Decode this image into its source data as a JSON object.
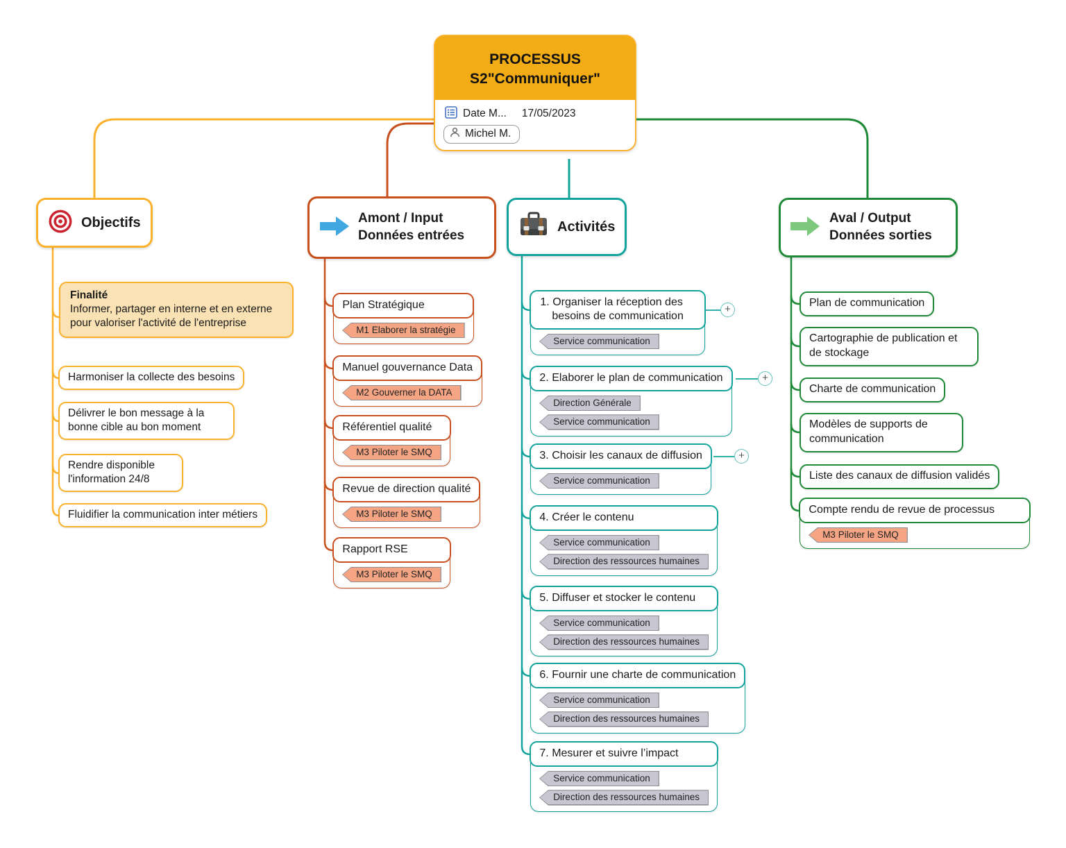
{
  "root": {
    "title_line1": "PROCESSUS",
    "title_line2": "S2\"Communiquer\"",
    "date_label": "Date M...",
    "date_value": "17/05/2023",
    "owner": "Michel M."
  },
  "ui": {
    "plus_label": "+"
  },
  "colors": {
    "root_fill": "#F2AC15",
    "branch_objectifs": "#FBB12B",
    "branch_amont": "#C8501F",
    "branch_activites": "#12A49C",
    "branch_aval": "#1E8A37",
    "finalite_fill": "#FAE2B4",
    "tag_gray": "#C8C7D1",
    "tag_salmon": "#F5A584",
    "arrow_blue": "#41A7E1",
    "arrow_green": "#7CC97D"
  },
  "icons": {
    "objectifs": "target-icon",
    "amont": "arrow-right-blue-icon",
    "activites": "briefcase-icon",
    "aval": "arrow-right-green-icon",
    "date": "list-icon",
    "owner": "person-icon",
    "expand": "plus-icon"
  },
  "branches": {
    "objectifs": {
      "label": "Objectifs",
      "finalite_title": "Finalité",
      "finalite_text": "Informer, partager en interne et en externe pour valoriser l'activité de l'entreprise",
      "items": [
        "Harmoniser la collecte des besoins",
        "Délivrer le bon message à la bonne cible au bon moment",
        "Rendre disponible l'information 24/8",
        "Fluidifier la communication inter métiers"
      ]
    },
    "amont": {
      "label_line1": "Amont / Input",
      "label_line2": "Données entrées",
      "items": [
        {
          "title": "Plan Stratégique",
          "tags": [
            "M1 Elaborer la stratégie"
          ]
        },
        {
          "title": "Manuel gouvernance Data",
          "tags": [
            "M2 Gouverner la DATA"
          ]
        },
        {
          "title": "Référentiel qualité",
          "tags": [
            "M3 Piloter le SMQ"
          ]
        },
        {
          "title": "Revue de direction qualité",
          "tags": [
            "M3 Piloter le SMQ"
          ]
        },
        {
          "title": "Rapport RSE",
          "tags": [
            "M3 Piloter le SMQ"
          ]
        }
      ]
    },
    "activites": {
      "label": "Activités",
      "items": [
        {
          "title": "1. Organiser la réception des besoins de communication",
          "tags": [
            "Service communication"
          ]
        },
        {
          "title": "2. Elaborer le plan de communication",
          "tags": [
            "Direction Générale",
            "Service communication"
          ]
        },
        {
          "title": "3. Choisir les canaux de diffusion",
          "tags": [
            "Service communication"
          ]
        },
        {
          "title": "4. Créer le contenu",
          "tags": [
            "Service communication",
            "Direction des ressources humaines"
          ]
        },
        {
          "title": "5. Diffuser et stocker le contenu",
          "tags": [
            "Service communication",
            "Direction des ressources humaines"
          ]
        },
        {
          "title": "6. Fournir une charte de communication",
          "tags": [
            "Service communication",
            "Direction des ressources humaines"
          ]
        },
        {
          "title": "7. Mesurer et suivre l’impact",
          "tags": [
            "Service communication",
            "Direction des ressources humaines"
          ]
        }
      ]
    },
    "aval": {
      "label_line1": "Aval / Output",
      "label_line2": "Données sorties",
      "items": [
        {
          "title": "Plan de communication",
          "tags": []
        },
        {
          "title": "Cartographie de publication et de stockage",
          "tags": []
        },
        {
          "title": "Charte de communication",
          "tags": []
        },
        {
          "title": "Modèles de supports de communication",
          "tags": []
        },
        {
          "title": "Liste des canaux de diffusion validés",
          "tags": []
        },
        {
          "title": "Compte rendu de revue de processus",
          "tags": [
            "M3 Piloter le SMQ"
          ]
        }
      ]
    }
  }
}
